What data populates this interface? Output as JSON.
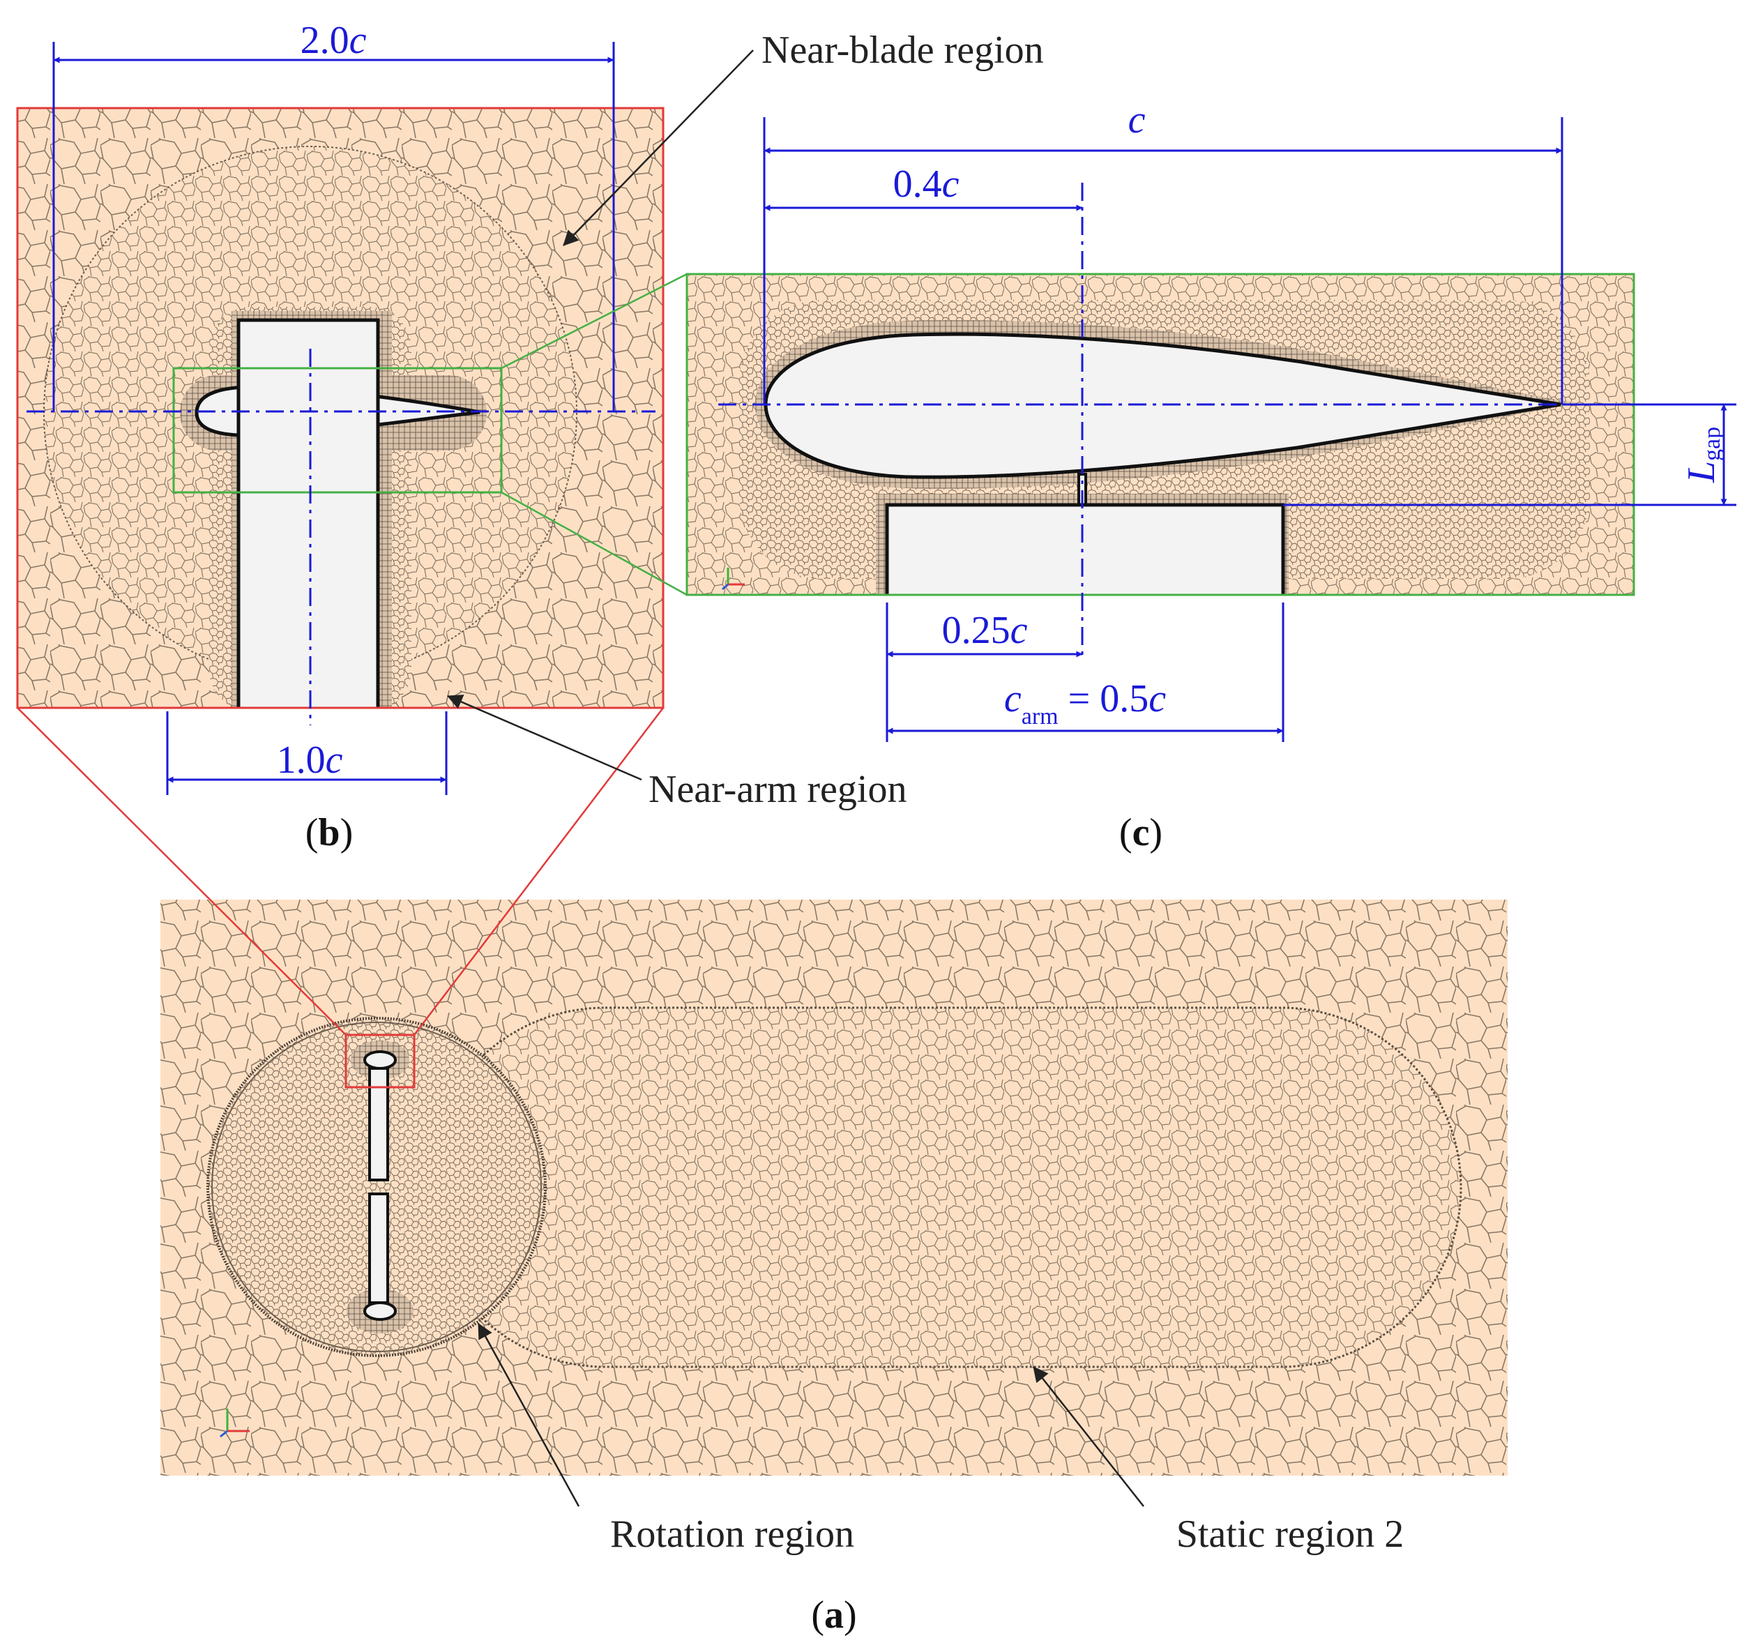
{
  "colors": {
    "mesh_fill": "#fde0c4",
    "mesh_line": "#8a7866",
    "body_fill": "#f3f3f3",
    "dimension": "#1a1ad8",
    "zoom_red": "#e23a3a",
    "zoom_green": "#44b044",
    "annotation": "#222222"
  },
  "panels": {
    "a": {
      "label_open": "(",
      "label_letter": "a",
      "label_close": ")"
    },
    "b": {
      "label_open": "(",
      "label_letter": "b",
      "label_close": ")"
    },
    "c": {
      "label_open": "(",
      "label_letter": "c",
      "label_close": ")"
    }
  },
  "annotations": {
    "near_blade": "Near-blade region",
    "near_arm": "Near-arm region",
    "rotation": "Rotation region",
    "static2": "Static region 2"
  },
  "dimensions": {
    "d_2c": {
      "num": "2.0",
      "sym": "c"
    },
    "d_1c": {
      "num": "1.0",
      "sym": "c"
    },
    "d_c": {
      "sym": "c"
    },
    "d_04c": {
      "num": "0.4",
      "sym": "c"
    },
    "d_025c": {
      "num": "0.25",
      "sym": "c"
    },
    "d_carm": {
      "sym": "c",
      "sub": "arm",
      "eq": " = 0.5",
      "sym2": "c"
    },
    "d_lgap": {
      "sym": "L",
      "sub": "gap"
    }
  }
}
